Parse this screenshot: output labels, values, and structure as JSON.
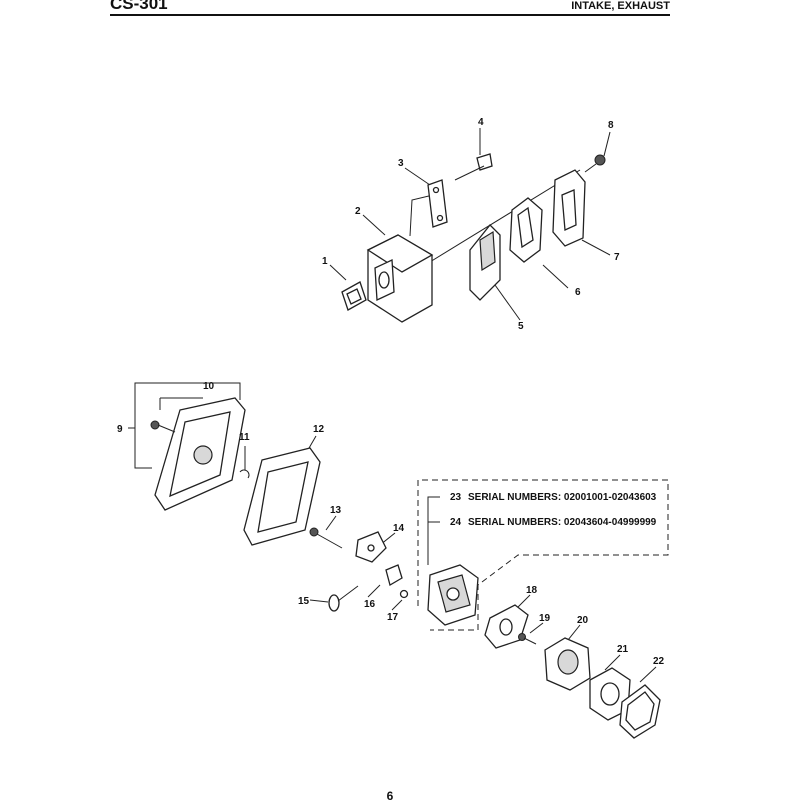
{
  "header": {
    "model": "CS-301",
    "section": "INTAKE, EXHAUST"
  },
  "page_number": "6",
  "callouts": {
    "c1": "1",
    "c2": "2",
    "c3": "3",
    "c4": "4",
    "c5": "5",
    "c6": "6",
    "c7": "7",
    "c8": "8",
    "c9": "9",
    "c10": "10",
    "c11": "11",
    "c12": "12",
    "c13": "13",
    "c14": "14",
    "c15": "15",
    "c16": "16",
    "c17": "17",
    "c18": "18",
    "c19": "19",
    "c20": "20",
    "c21": "21",
    "c22": "22",
    "c23": "23",
    "c24": "24"
  },
  "serial_notes": {
    "n23": "SERIAL NUMBERS: 02001001-02043603",
    "n24": "SERIAL NUMBERS: 02043604-04999999"
  }
}
